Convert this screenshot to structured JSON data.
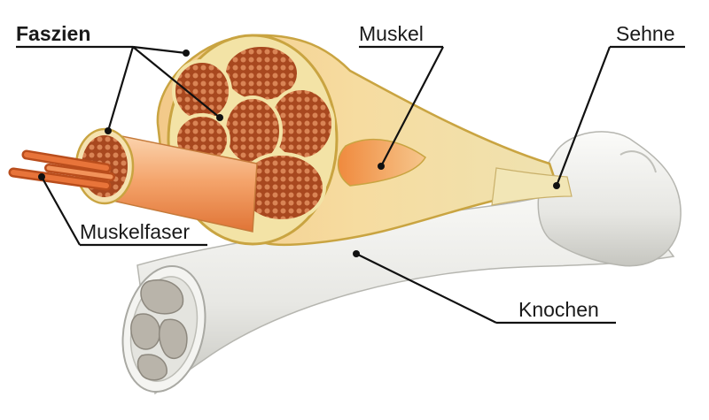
{
  "labels": {
    "faszien": "Faszien",
    "muskel": "Muskel",
    "sehne": "Sehne",
    "muskelfaser": "Muskelfaser",
    "knochen": "Knochen"
  },
  "colors": {
    "fascia": "#f1dc8a",
    "fascia_edge": "#c9a441",
    "muscle_tissue": "#a8481f",
    "muscle_tissue_dots": "#d98455",
    "muscle_fiber": "#e8743a",
    "bone": "#eeeeea",
    "bone_shadow": "#c9c9c4",
    "marrow": "#b9b4aa"
  }
}
